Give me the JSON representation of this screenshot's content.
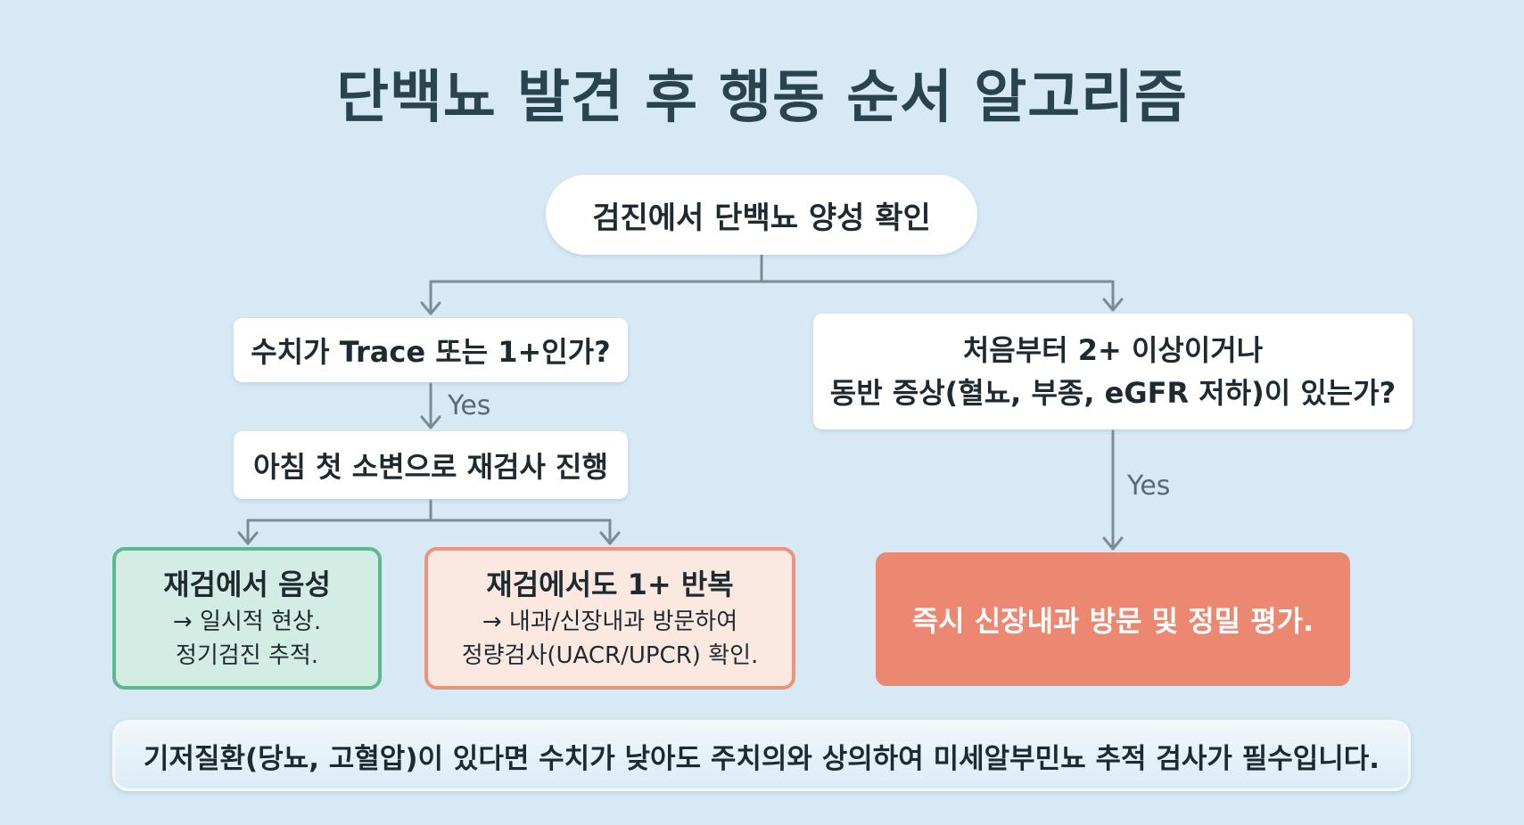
{
  "title": "단백뇨 발견 후 행동 순서 알고리즘",
  "nodes": {
    "start": "검진에서 단백뇨 양성 확인",
    "question_trace": "수치가 Trace 또는 1+인가?",
    "retest": "아침 첫 소변으로 재검사 진행",
    "question_severe": {
      "line1": "처음부터 2+ 이상이거나",
      "line2": "동반 증상(혈뇨, 부종, eGFR 저하)이 있는가?"
    },
    "negative": {
      "head": "재검에서 음성",
      "line1": "→ 일시적 현상.",
      "line2": "정기검진 추적."
    },
    "repeat_positive": {
      "head": "재검에서도 1+ 반복",
      "line1": "→ 내과/신장내과 방문하여",
      "line2": "정량검사(UACR/UPCR) 확인."
    },
    "urgent": "즉시 신장내과 방문 및 정밀 평가."
  },
  "edge_labels": {
    "yes_left": "Yes",
    "yes_right": "Yes"
  },
  "footer": "기저질환(당뇨, 고혈압)이 있다면 수치가 낮아도 주치의와 상의하여 미세알부민뇨 추적 검사가 필수입니다.",
  "colors": {
    "background": "#d6e9f5",
    "title": "#2a4350",
    "connector": "#7d8c94",
    "negative_fill": "#d3ede4",
    "negative_border": "#5bb891",
    "positive_fill": "#fbe8e1",
    "positive_border": "#ee9279",
    "urgent_fill": "#ec8871"
  }
}
